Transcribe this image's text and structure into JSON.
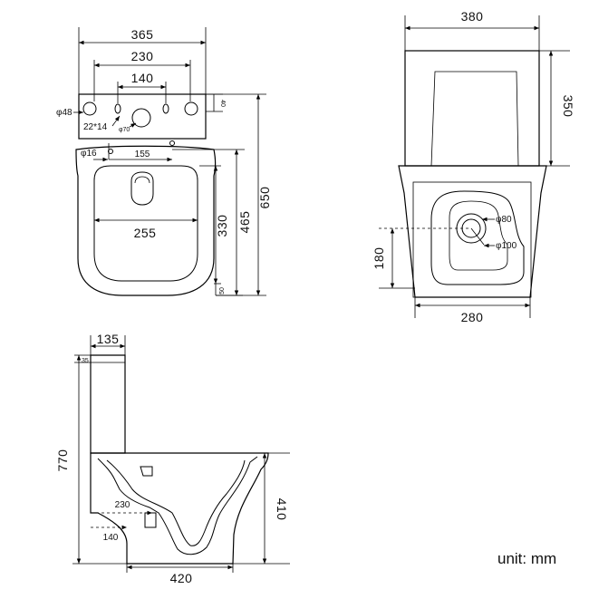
{
  "top_view": {
    "tank_width": "365",
    "hole_spacing": "230",
    "button_spacing": "140",
    "tank_hole_diameter": "φ48",
    "tank_slot": "22*14",
    "button_hole_diameter": "φ70",
    "tank_depth": "40",
    "small_hole_diameter": "φ16",
    "hinge_spacing": "155",
    "bowl_width": "255",
    "bowl_length": "330",
    "seat_length": "465",
    "overall_length": "650",
    "rim_gap": "50"
  },
  "front_view": {
    "top_width": "380",
    "tank_height": "350",
    "outlet_diameter": "φ80",
    "outlet_outer_diameter": "φ100",
    "outlet_height": "180",
    "base_width": "280"
  },
  "side_view": {
    "tank_depth": "135",
    "lid_thickness": "35",
    "overall_height": "770",
    "pan_height": "410",
    "outlet_distance_top": "230",
    "outlet_distance_bottom": "140",
    "base_length": "420"
  },
  "unit_label": "unit: mm"
}
